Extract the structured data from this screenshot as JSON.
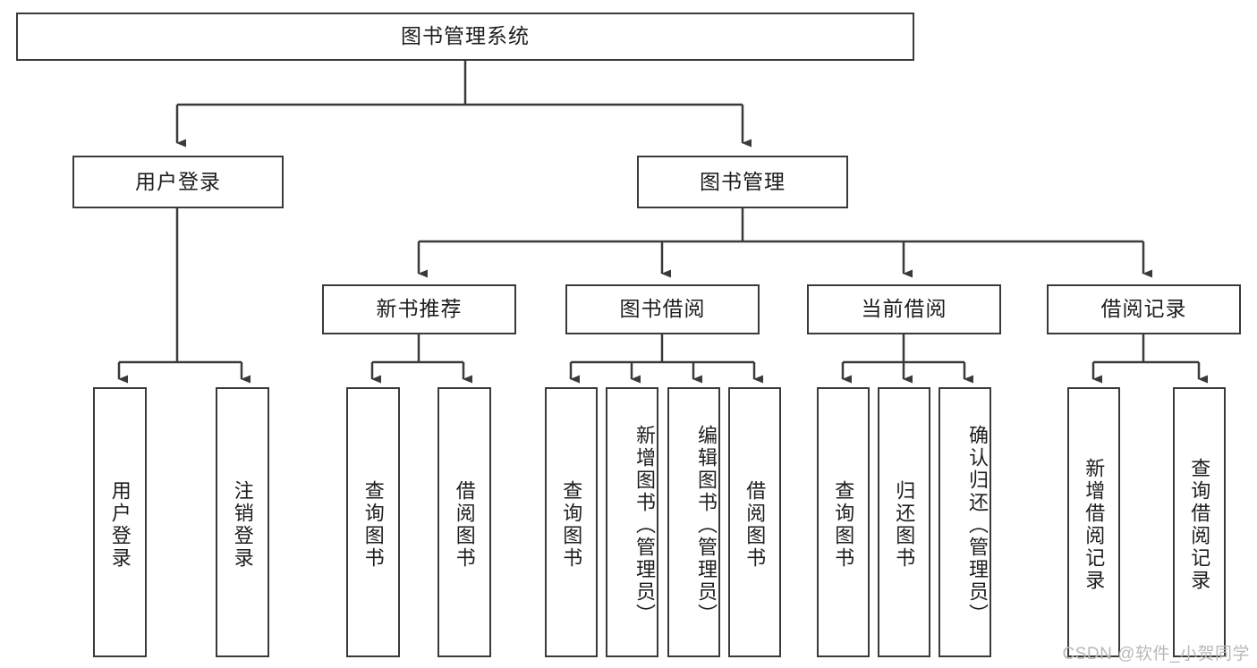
{
  "diagram": {
    "title": "图书管理系统",
    "type": "hierarchy-tree",
    "watermark": "CSDN @软件_小贺同学",
    "colors": {
      "stroke": "#3a3a3a",
      "fill": "#ffffff",
      "text": "#1d1d1d",
      "watermark": "#b9b9b9"
    },
    "nodes": {
      "root": {
        "label": "图书管理系统",
        "level": 1,
        "orientation": "horizontal"
      },
      "user_login": {
        "label": "用户登录",
        "level": 2,
        "orientation": "horizontal"
      },
      "book_manage": {
        "label": "图书管理",
        "level": 2,
        "orientation": "horizontal"
      },
      "new_book_rec": {
        "label": "新书推荐",
        "level": 3,
        "orientation": "horizontal"
      },
      "book_borrow": {
        "label": "图书借阅",
        "level": 3,
        "orientation": "horizontal"
      },
      "current_borrow": {
        "label": "当前借阅",
        "level": 3,
        "orientation": "horizontal"
      },
      "borrow_record": {
        "label": "借阅记录",
        "level": 3,
        "orientation": "horizontal"
      },
      "leaf_user_login": {
        "label": "用户登录",
        "level": 4,
        "orientation": "vertical"
      },
      "leaf_logout": {
        "label": "注销登录",
        "level": 4,
        "orientation": "vertical"
      },
      "leaf_query_book_1": {
        "label": "查询图书",
        "level": 4,
        "orientation": "vertical"
      },
      "leaf_borrow_book_1": {
        "label": "借阅图书",
        "level": 4,
        "orientation": "vertical"
      },
      "leaf_query_book_2": {
        "label": "查询图书",
        "level": 4,
        "orientation": "vertical"
      },
      "leaf_add_book": {
        "label": "新增图书（管理员）",
        "level": 4,
        "orientation": "vertical"
      },
      "leaf_edit_book": {
        "label": "编辑图书（管理员）",
        "level": 4,
        "orientation": "vertical"
      },
      "leaf_borrow_book_2": {
        "label": "借阅图书",
        "level": 4,
        "orientation": "vertical"
      },
      "leaf_query_book_3": {
        "label": "查询图书",
        "level": 4,
        "orientation": "vertical"
      },
      "leaf_return_book": {
        "label": "归还图书",
        "level": 4,
        "orientation": "vertical"
      },
      "leaf_confirm_return": {
        "label": "确认归还（管理员）",
        "level": 4,
        "orientation": "vertical"
      },
      "leaf_add_record": {
        "label": "新增借阅记录",
        "level": 4,
        "orientation": "vertical"
      },
      "leaf_query_record": {
        "label": "查询借阅记录",
        "level": 4,
        "orientation": "vertical"
      }
    },
    "edges": [
      {
        "from": "root",
        "to": "user_login"
      },
      {
        "from": "root",
        "to": "book_manage"
      },
      {
        "from": "book_manage",
        "to": "new_book_rec"
      },
      {
        "from": "book_manage",
        "to": "book_borrow"
      },
      {
        "from": "book_manage",
        "to": "current_borrow"
      },
      {
        "from": "book_manage",
        "to": "borrow_record"
      },
      {
        "from": "user_login",
        "to": "leaf_user_login"
      },
      {
        "from": "user_login",
        "to": "leaf_logout"
      },
      {
        "from": "new_book_rec",
        "to": "leaf_query_book_1"
      },
      {
        "from": "new_book_rec",
        "to": "leaf_borrow_book_1"
      },
      {
        "from": "book_borrow",
        "to": "leaf_query_book_2"
      },
      {
        "from": "book_borrow",
        "to": "leaf_add_book"
      },
      {
        "from": "book_borrow",
        "to": "leaf_edit_book"
      },
      {
        "from": "book_borrow",
        "to": "leaf_borrow_book_2"
      },
      {
        "from": "current_borrow",
        "to": "leaf_query_book_3"
      },
      {
        "from": "current_borrow",
        "to": "leaf_return_book"
      },
      {
        "from": "current_borrow",
        "to": "leaf_confirm_return"
      },
      {
        "from": "borrow_record",
        "to": "leaf_add_record"
      },
      {
        "from": "borrow_record",
        "to": "leaf_query_record"
      }
    ]
  }
}
